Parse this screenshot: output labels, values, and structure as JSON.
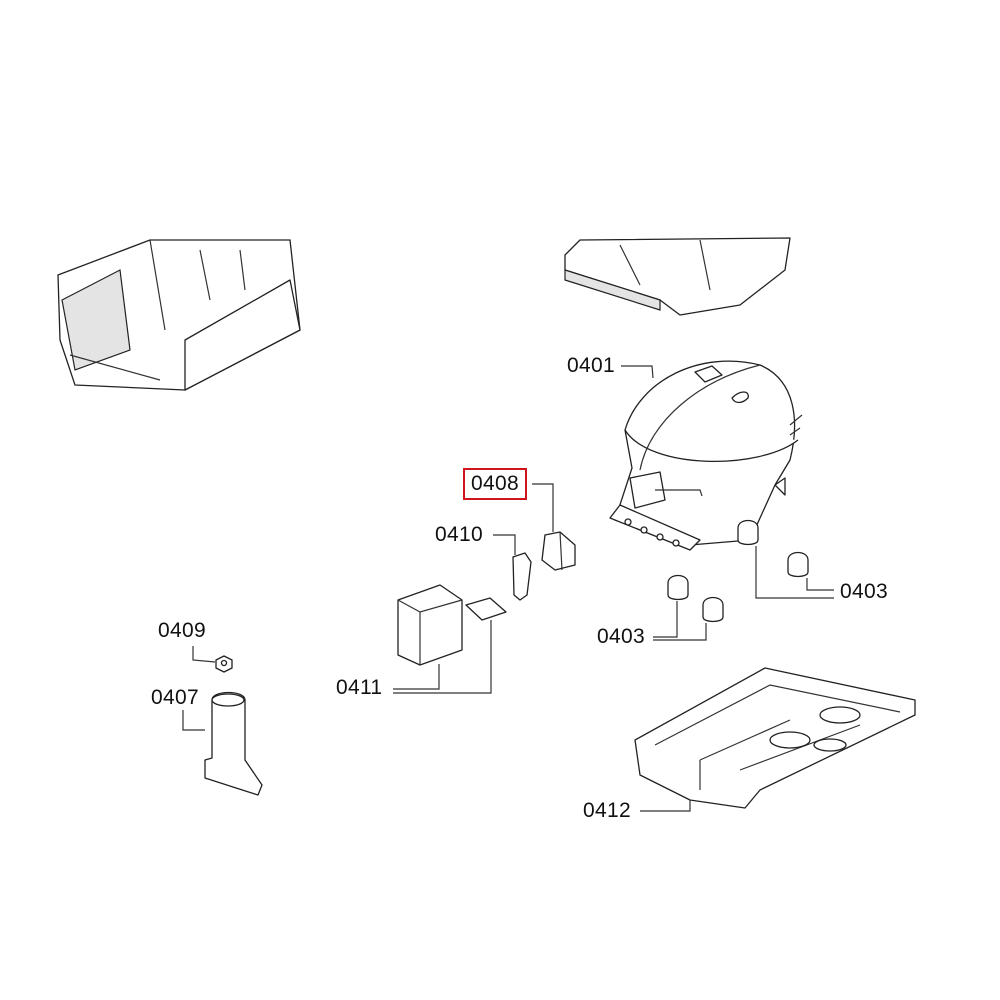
{
  "highlight_color": "#d0141b",
  "labels": {
    "p0401": "0401",
    "p0408": "0408",
    "p0410": "0410",
    "p0403a": "0403",
    "p0403b": "0403",
    "p0409": "0409",
    "p0407": "0407",
    "p0411": "0411",
    "p0412": "0412"
  },
  "highlighted_part": "0408"
}
